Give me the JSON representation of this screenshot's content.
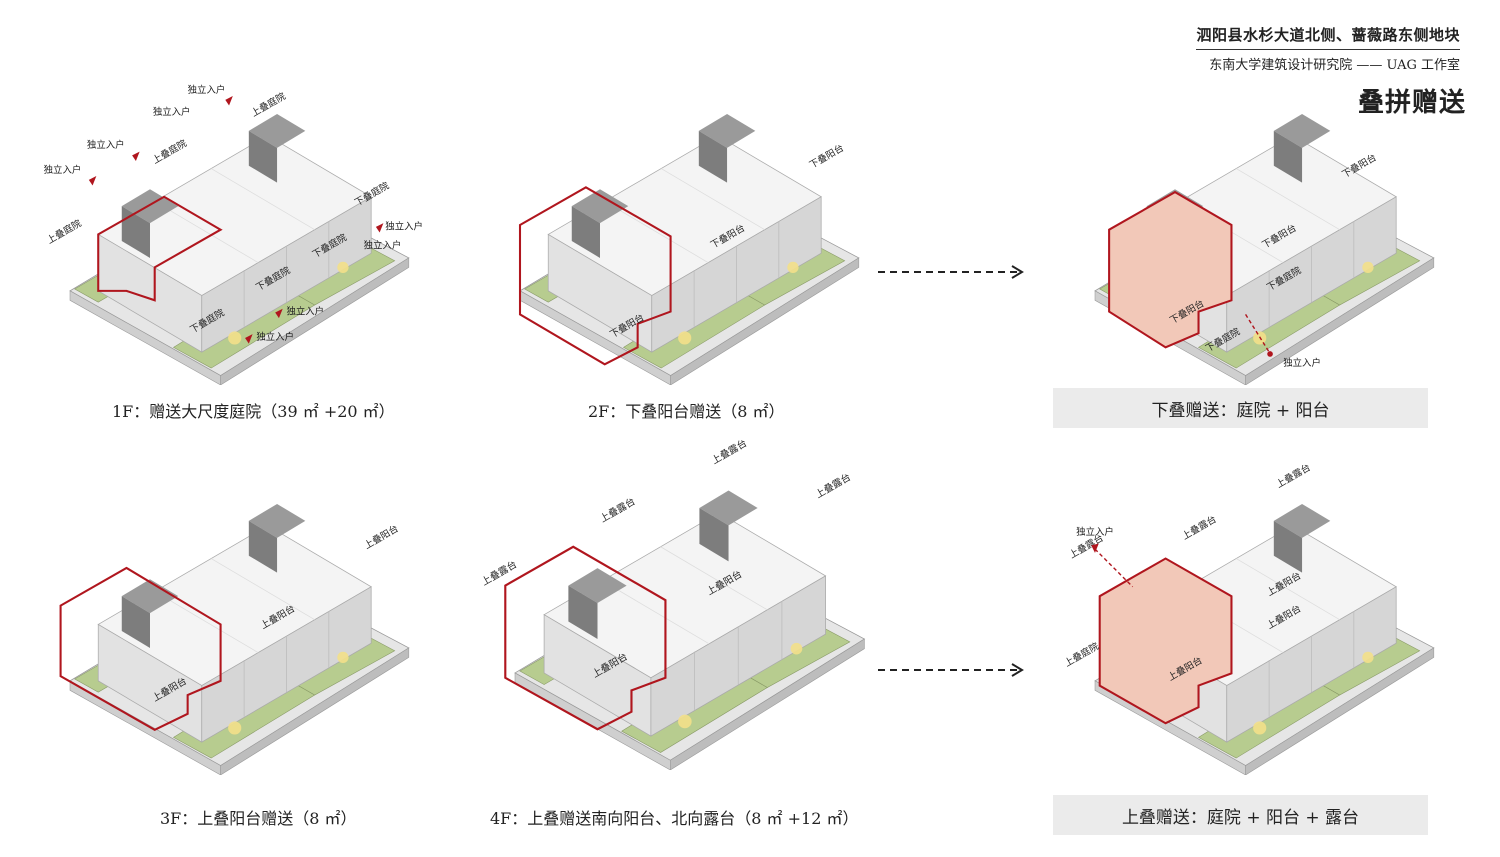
{
  "header": {
    "project": "泗阳县水杉大道北侧、蔷薇路东侧地块",
    "institute": "东南大学建筑设计研究院 —— UAG 工作室",
    "title": "叠拼赠送"
  },
  "captions": {
    "f1": "1F：赠送大尺度庭院（39 ㎡ +20 ㎡）",
    "f2": "2F：下叠阳台赠送（8 ㎡）",
    "f3": "3F：上叠阳台赠送（8 ㎡）",
    "f4": "4F：上叠赠送南向阳台、北向露台（8 ㎡ +12 ㎡）"
  },
  "summaries": {
    "lower": "下叠赠送：庭院 + 阳台",
    "upper": "上叠赠送：庭院 + 阳台 + 露台"
  },
  "labels": {
    "entry": "独立入户",
    "upper_courtyard": "上叠庭院",
    "lower_courtyard": "下叠庭院",
    "lower_balcony": "下叠阳台",
    "upper_balcony": "上叠阳台",
    "upper_terrace": "上叠露台"
  },
  "colors": {
    "outline": "#b0161e",
    "highlight": "#f2c8b8",
    "green": "#b7cc8f",
    "core": "#8c8c8c",
    "summary_bg": "#ebebeb"
  }
}
